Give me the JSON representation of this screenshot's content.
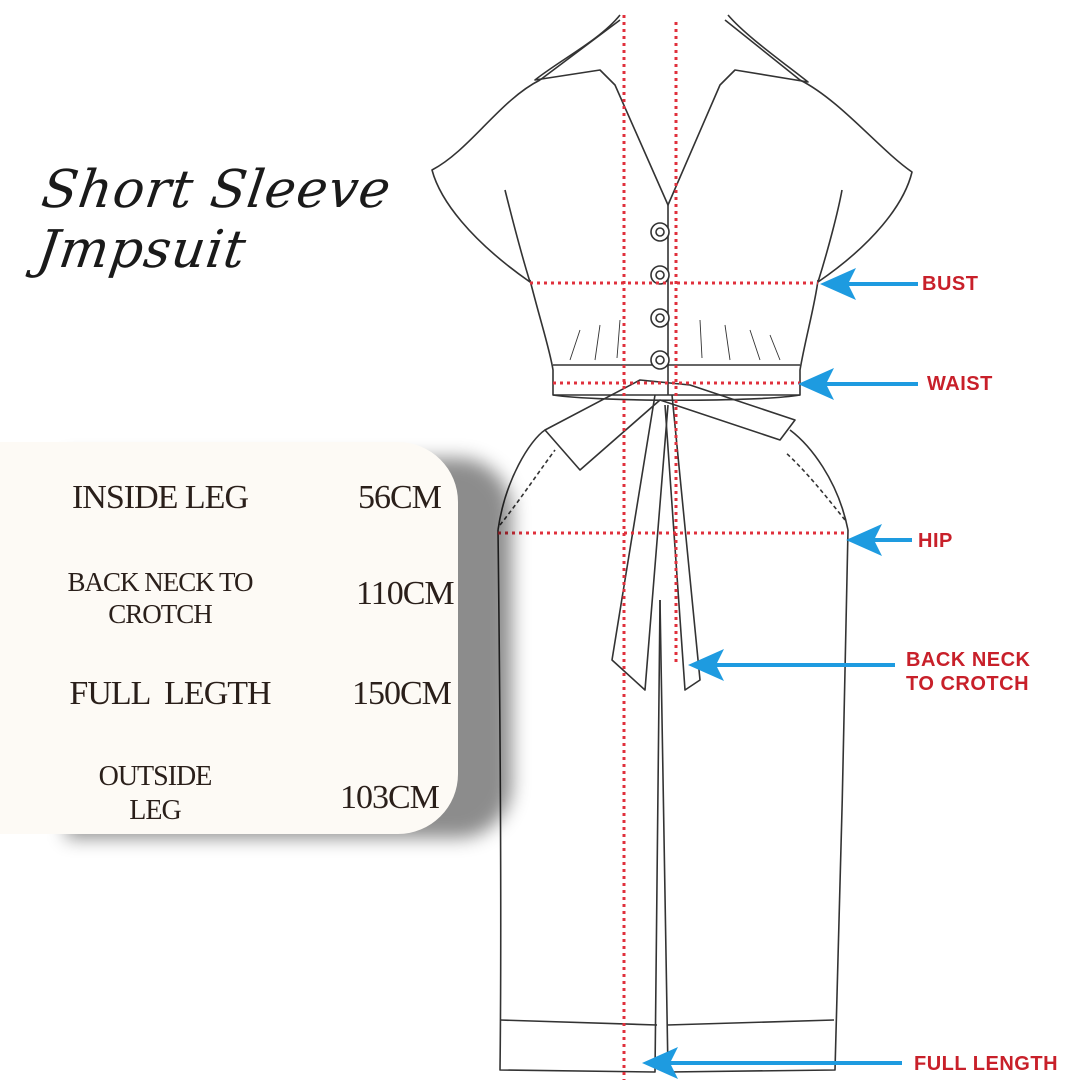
{
  "title": {
    "line1": "Short Sleeve",
    "line2": "Jmpsuit"
  },
  "size_table": [
    {
      "name": "INSIDE LEG",
      "value": "56CM"
    },
    {
      "name": "BACK NECK TO CROTCH",
      "value": "110CM"
    },
    {
      "name": "FULL  LEGTH",
      "value": "150CM"
    },
    {
      "name": "OUTSIDE LEG",
      "value": "103CM"
    }
  ],
  "measure_labels": {
    "bust": "BUST",
    "waist": "WAIST",
    "hip": "HIP",
    "back_neck_to_crotch": "BACK NECK\nTO CROTCH",
    "full_length": "FULL LENGTH"
  },
  "colors": {
    "measure_line": "#e0303c",
    "arrow": "#1e9be0",
    "label_text": "#c8202a",
    "outline": "#333333",
    "card_bg": "#fdfaf5"
  }
}
